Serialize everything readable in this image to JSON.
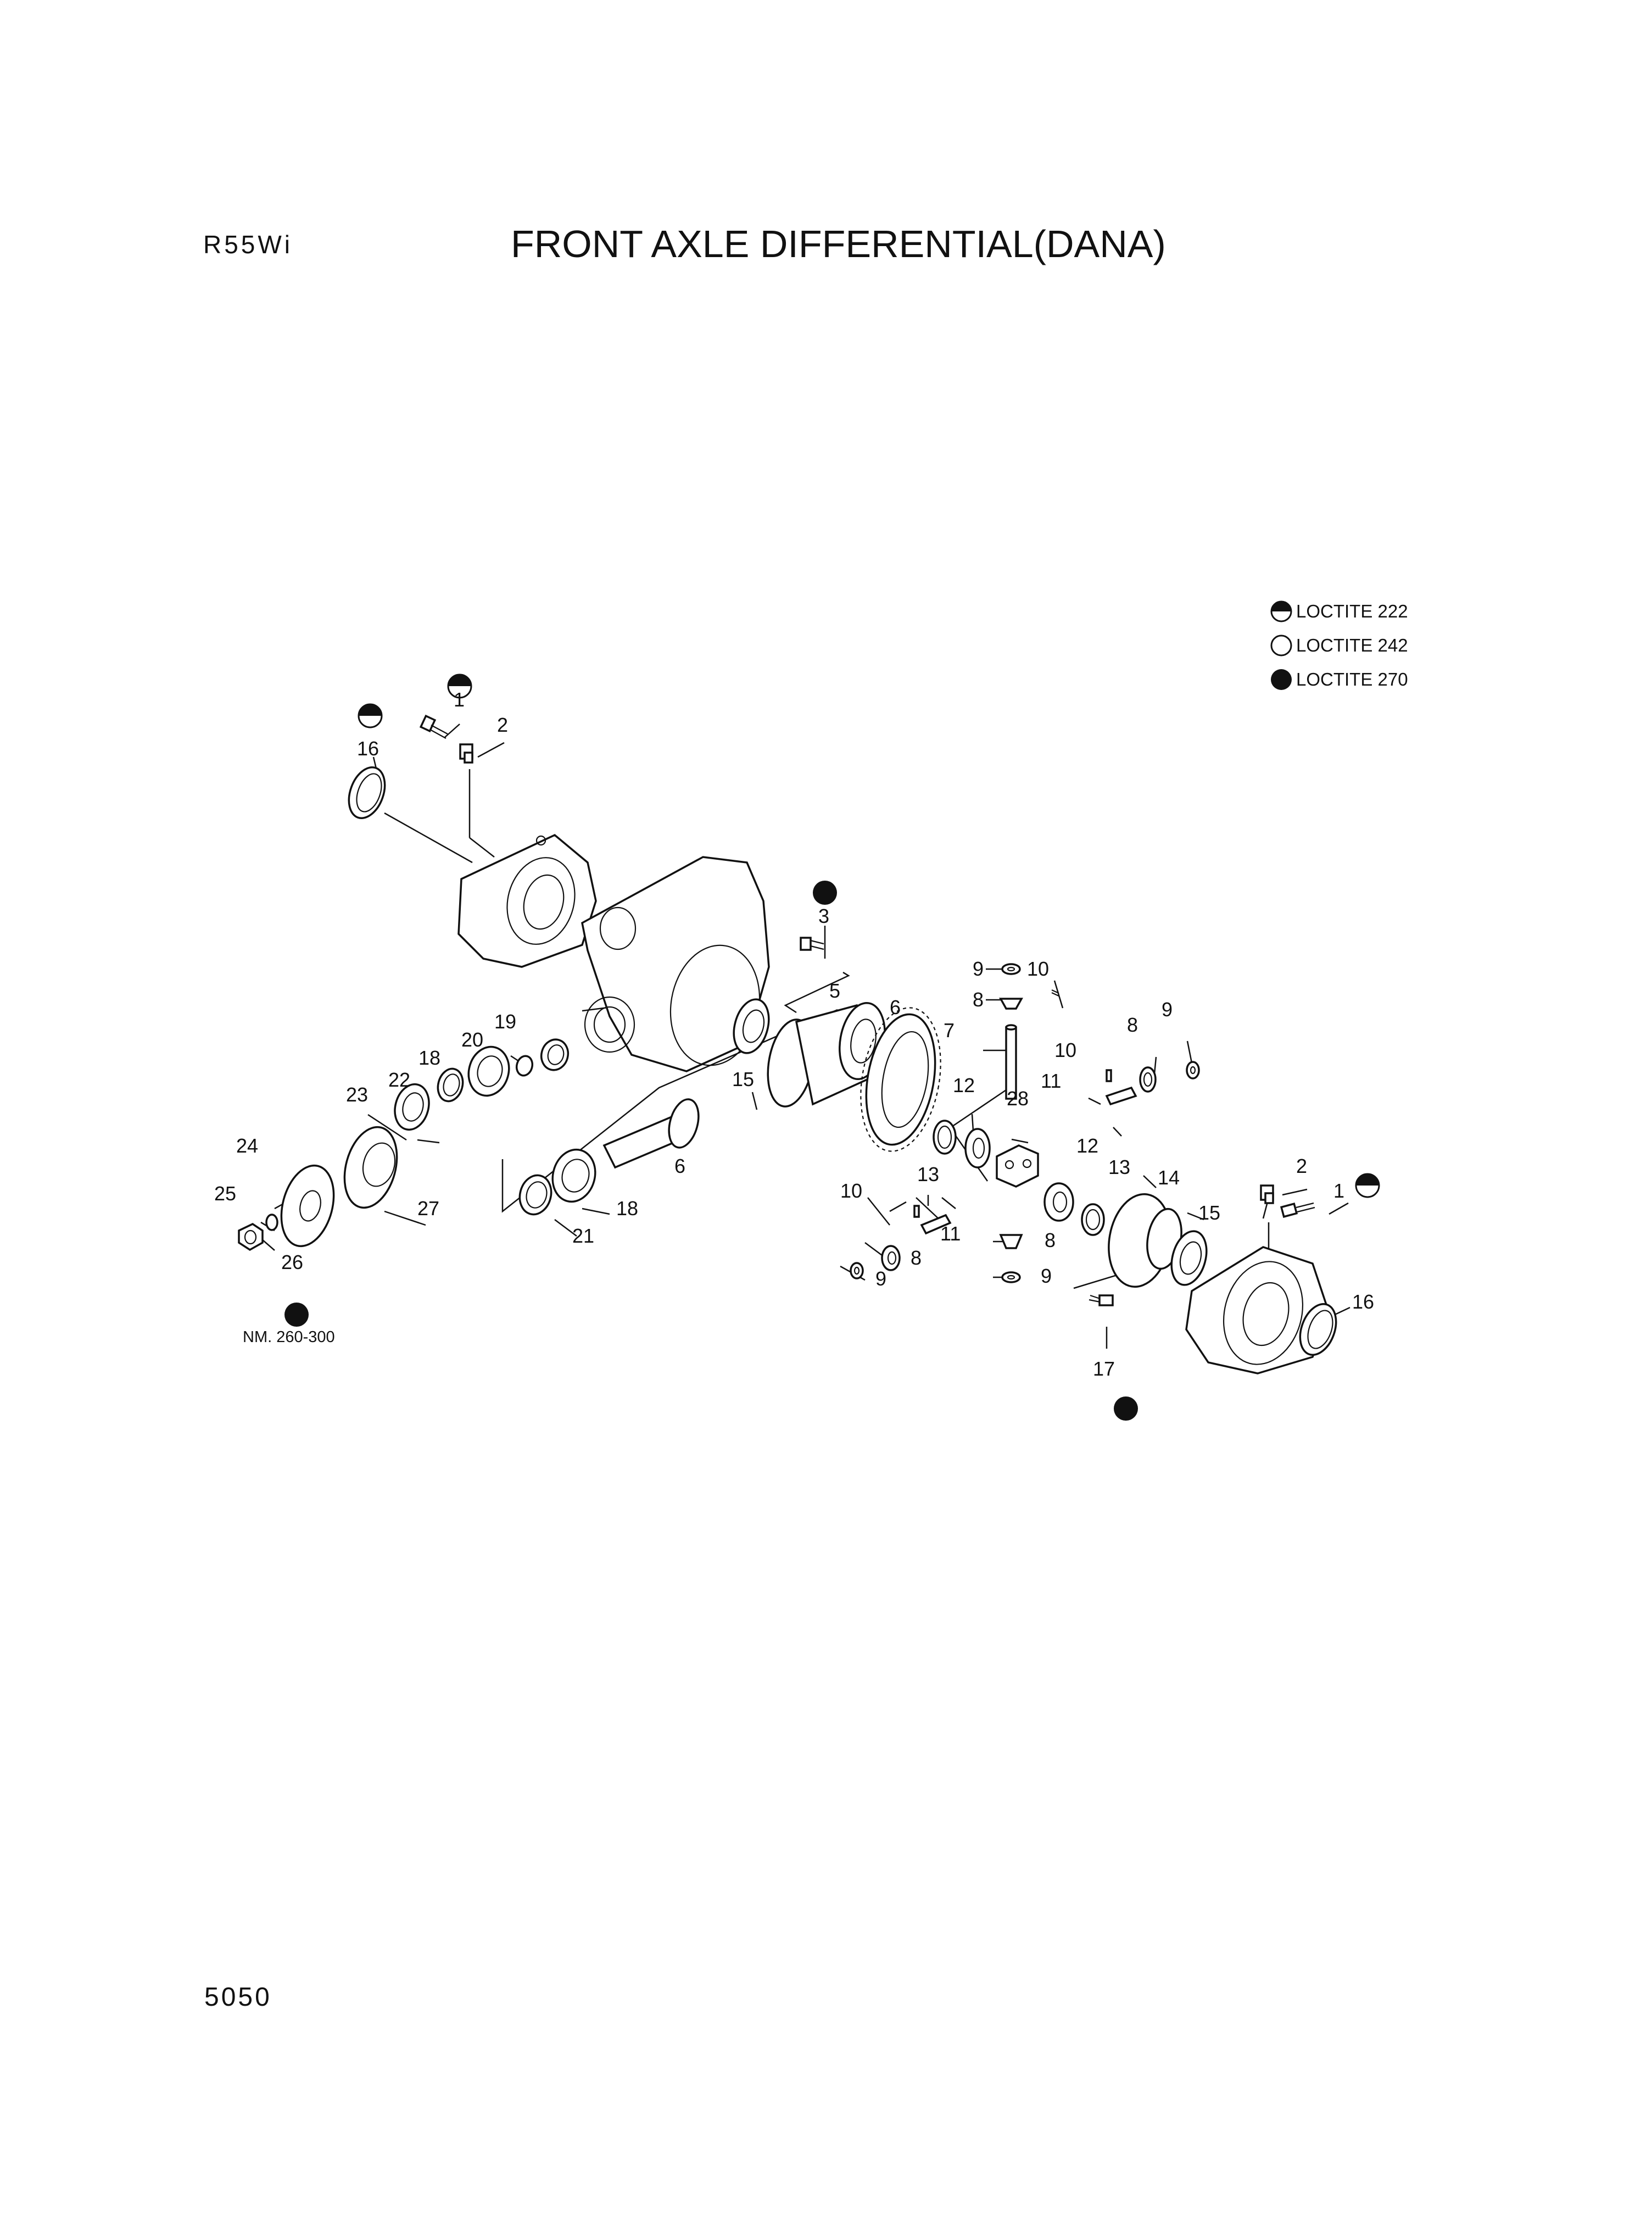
{
  "header": {
    "model": "R55Wi",
    "title": "FRONT AXLE DIFFERENTIAL(DANA)"
  },
  "legend": [
    {
      "symbol": "half-filled-circle",
      "label": "LOCTITE 222"
    },
    {
      "symbol": "empty-circle",
      "label": "LOCTITE 242"
    },
    {
      "symbol": "filled-circle",
      "label": "LOCTITE 270"
    }
  ],
  "torque_note": "NM. 260-300",
  "footer": {
    "page_number": "5050"
  },
  "callouts": {
    "c1a": "1",
    "c2a": "2",
    "c16a": "16",
    "c3": "3",
    "c9a": "9",
    "c10a": "10",
    "c8a": "8",
    "c5": "5",
    "c6a": "6",
    "c7": "7",
    "c8b": "8",
    "c9b": "9",
    "c19": "19",
    "c20": "20",
    "c18a": "18",
    "c10b": "10",
    "c11a": "11",
    "c22": "22",
    "c23": "23",
    "c15a": "15",
    "c12a": "12",
    "c28": "28",
    "c24": "24",
    "c6b": "6",
    "c13a": "13",
    "c12b": "12",
    "c2b": "2",
    "c13b": "13",
    "c14": "14",
    "c1b": "1",
    "c25": "25",
    "c27": "27",
    "c10c": "10",
    "c18b": "18",
    "c15b": "15",
    "c11b": "11",
    "c21": "21",
    "c8c": "8",
    "c8d": "8",
    "c26": "26",
    "c9c": "9",
    "c9d": "9",
    "c16b": "16",
    "c17": "17"
  }
}
